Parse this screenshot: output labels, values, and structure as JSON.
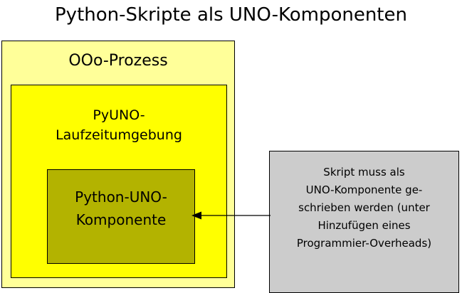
{
  "title": "Python-Skripte als UNO-Komponenten",
  "colors": {
    "outer_box_fill": "#ffff99",
    "runtime_box_fill": "#ffff00",
    "component_box_fill": "#b3b300",
    "note_box_fill": "#cccccc",
    "border": "#000000",
    "text": "#000000",
    "background": "#ffffff"
  },
  "boxes": {
    "ooo_process": {
      "label": "OOo-Prozess"
    },
    "pyuno_runtime": {
      "line1": "PyUNO-",
      "line2": "Laufzeitumgebung"
    },
    "python_uno_component": {
      "line1": "Python-UNO-",
      "line2": "Komponente"
    },
    "note": {
      "line1": "Skript muss als",
      "line2": "UNO-Komponente ge-",
      "line3": "schrieben werden (unter",
      "line4": "Hinzufügen eines",
      "line5": "Programmier-Overheads)"
    }
  },
  "connector": {
    "name": "arrow-note-to-component",
    "direction": "left",
    "from": "note",
    "to": "python_uno_component"
  }
}
